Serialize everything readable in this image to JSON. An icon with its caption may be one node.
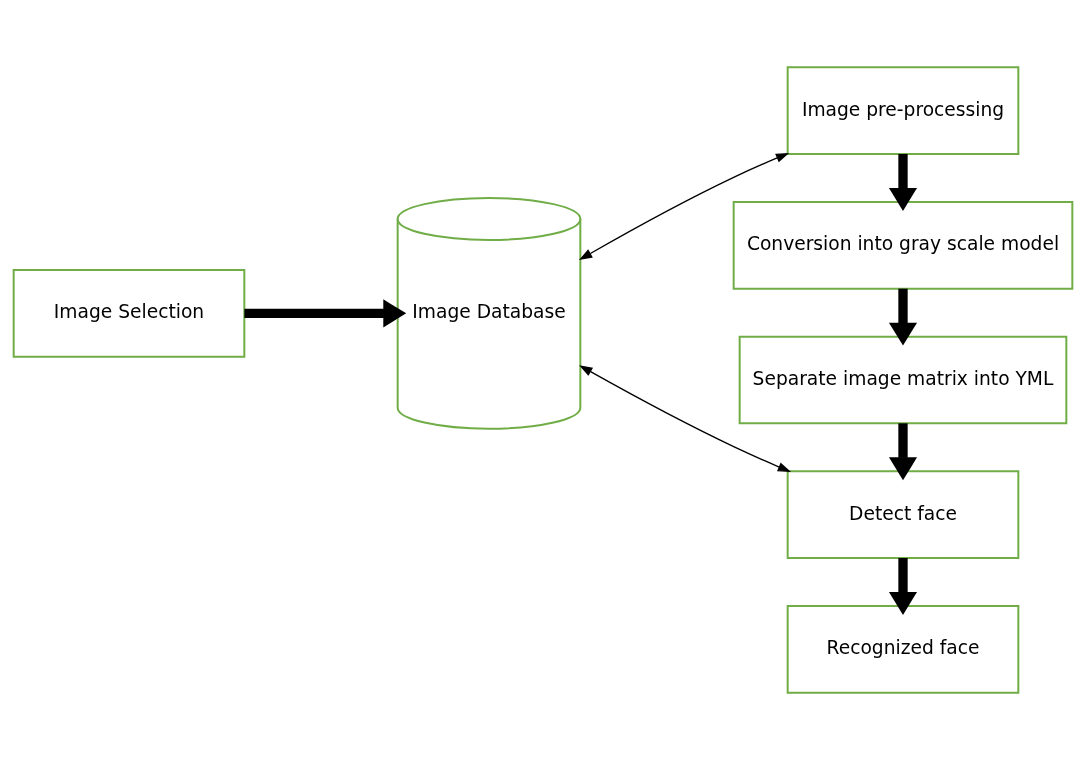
{
  "diagram": {
    "nodes": [
      {
        "text": [
          "Image Selection"
        ]
      },
      {
        "text": [
          "Image Database"
        ]
      },
      {
        "text": [
          "Image pre-processing"
        ]
      },
      {
        "text": [
          "Conversion into gray scale model"
        ]
      },
      {
        "text": [
          "Separate image matrix into YML"
        ]
      },
      {
        "text": [
          "Detect face"
        ]
      },
      {
        "text": [
          "Recognized face"
        ]
      }
    ],
    "edges": [
      {
        "from": 0,
        "to": 1,
        "arrow": "to"
      },
      {
        "from": 1,
        "to": 2,
        "arrow": "both"
      },
      {
        "from": 2,
        "to": 3,
        "arrow": "to"
      },
      {
        "from": 3,
        "to": 4,
        "arrow": "to"
      },
      {
        "from": 4,
        "to": 5,
        "arrow": "to"
      },
      {
        "from": 1,
        "to": 5,
        "arrow": "both"
      },
      {
        "from": 5,
        "to": 6,
        "arrow": "to"
      }
    ]
  }
}
